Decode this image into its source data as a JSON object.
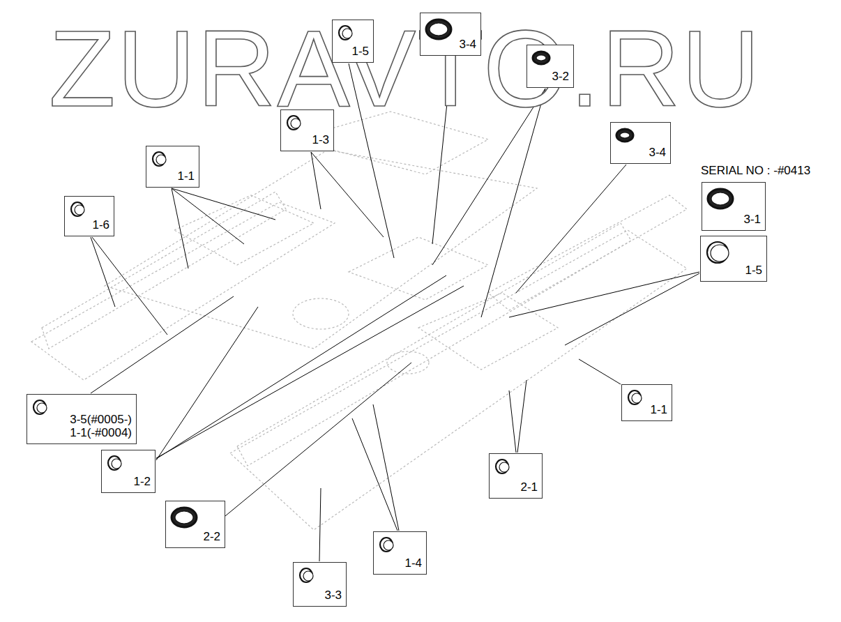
{
  "diagram": {
    "nodes": [
      {
        "text": [
          "3-4"
        ]
      },
      {
        "text": [
          "1-5"
        ]
      },
      {
        "text": [
          "3-2"
        ]
      },
      {
        "text": [
          "1-3"
        ]
      },
      {
        "text": [
          "3-4"
        ]
      },
      {
        "text": [
          "1-1"
        ]
      },
      {
        "text": [
          "3-1"
        ]
      },
      {
        "text": [
          "1-6"
        ]
      },
      {
        "text": [
          "1-5"
        ]
      },
      {
        "text": [
          "1-1"
        ]
      },
      {
        "text": [
          "3-5(#0005-)",
          "1-1(-#0004)"
        ]
      },
      {
        "text": [
          "1-2"
        ]
      },
      {
        "text": [
          "2-1"
        ]
      },
      {
        "text": [
          "2-2"
        ]
      },
      {
        "text": [
          "1-4"
        ]
      },
      {
        "text": [
          "3-3"
        ]
      }
    ],
    "labels": [
      "ZURAVTO.RU",
      "SERIAL NO : -#0413"
    ]
  }
}
